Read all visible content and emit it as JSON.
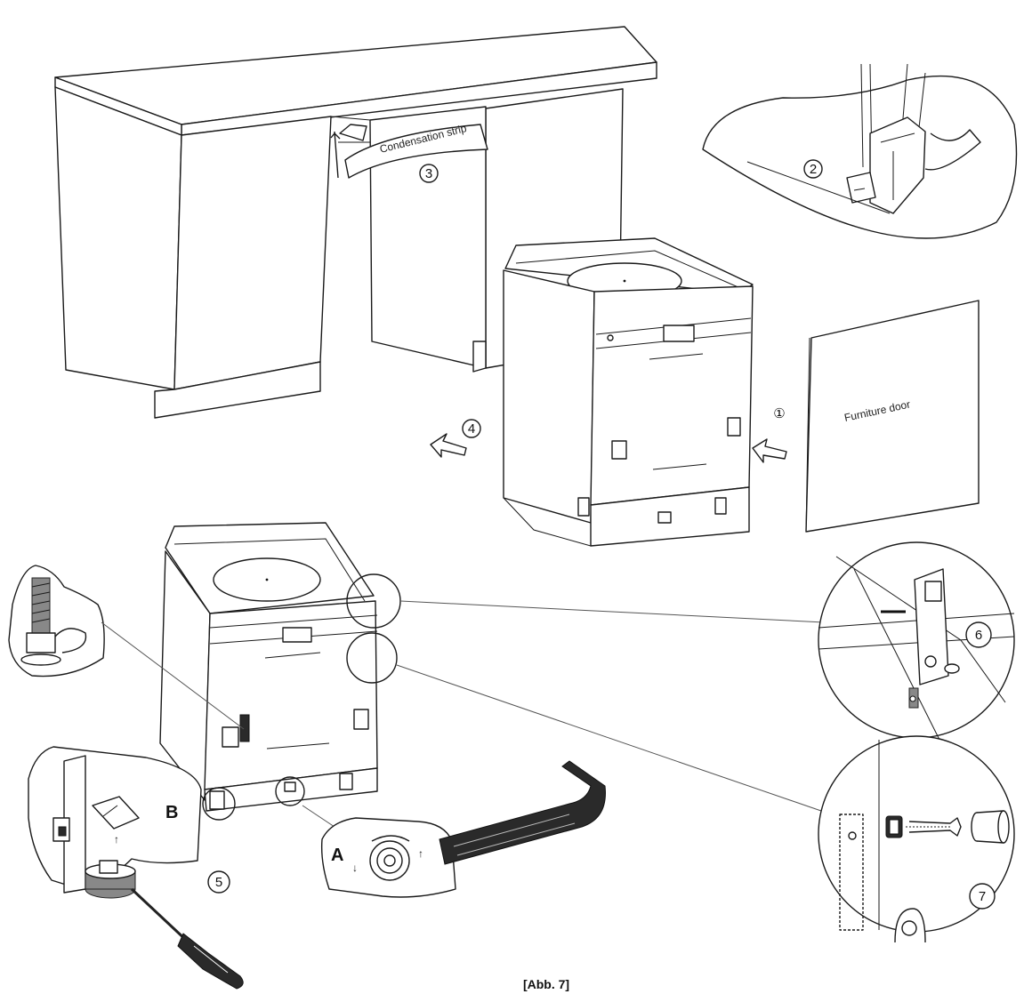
{
  "labels": {
    "condensation_strip": "Condensation strip",
    "furniture_door": "Furniture door",
    "detail_a": "A",
    "detail_b": "B"
  },
  "steps": [
    "①",
    "2",
    "3",
    "4",
    "5",
    "6",
    "7"
  ],
  "caption": "[Abb. 7]"
}
